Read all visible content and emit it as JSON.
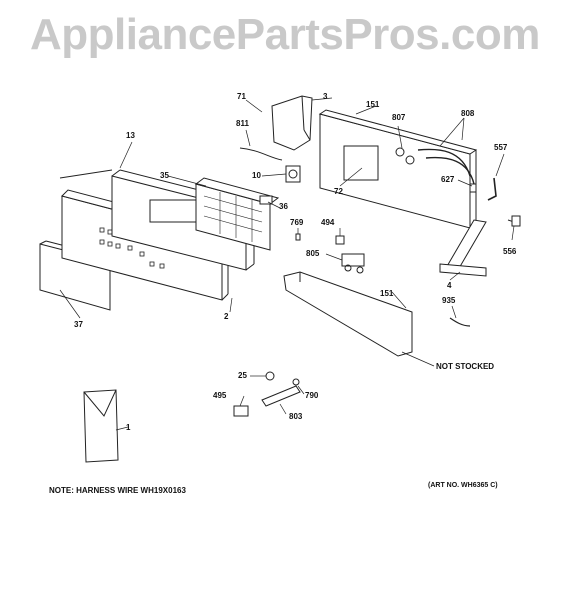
{
  "watermark": "AppliancePartsPros.com",
  "callouts": [
    "71",
    "3",
    "151",
    "807",
    "808",
    "811",
    "13",
    "35",
    "10",
    "72",
    "557",
    "627",
    "36",
    "769",
    "494",
    "805",
    "556",
    "2",
    "37",
    "4",
    "151",
    "935",
    "25",
    "790",
    "495",
    "803",
    "1"
  ],
  "not_stocked": "NOT STOCKED",
  "note": "NOTE: HARNESS WIRE WH19X0163",
  "art_no": "(ART NO. WH6365 C)"
}
